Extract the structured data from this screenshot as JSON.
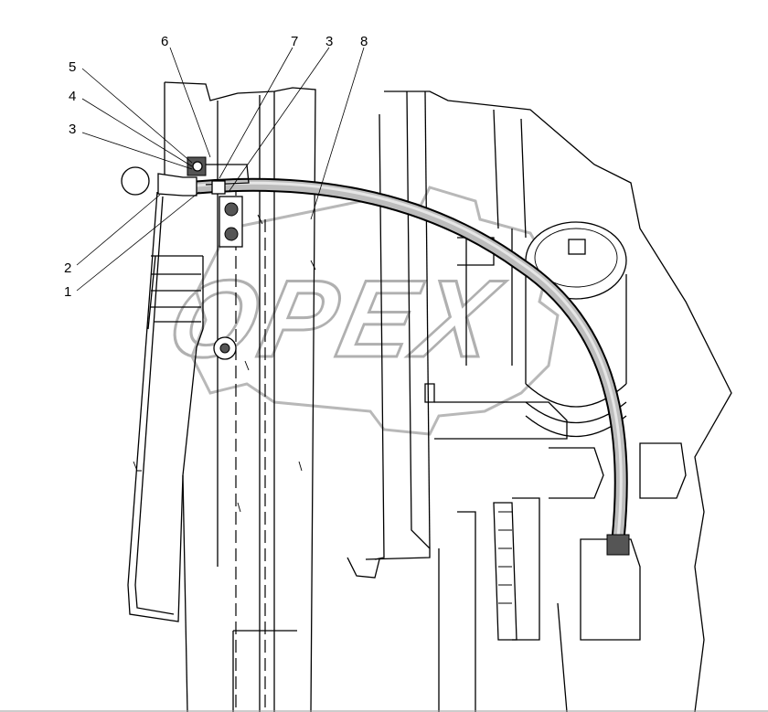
{
  "diagram": {
    "watermark": "OPEX",
    "callouts": [
      {
        "id": "c6",
        "label": "6"
      },
      {
        "id": "c7",
        "label": "7"
      },
      {
        "id": "c3a",
        "label": "3"
      },
      {
        "id": "c8",
        "label": "8"
      },
      {
        "id": "c5",
        "label": "5"
      },
      {
        "id": "c4",
        "label": "4"
      },
      {
        "id": "c3b",
        "label": "3"
      },
      {
        "id": "c2",
        "label": "2"
      },
      {
        "id": "c1",
        "label": "1"
      }
    ]
  }
}
